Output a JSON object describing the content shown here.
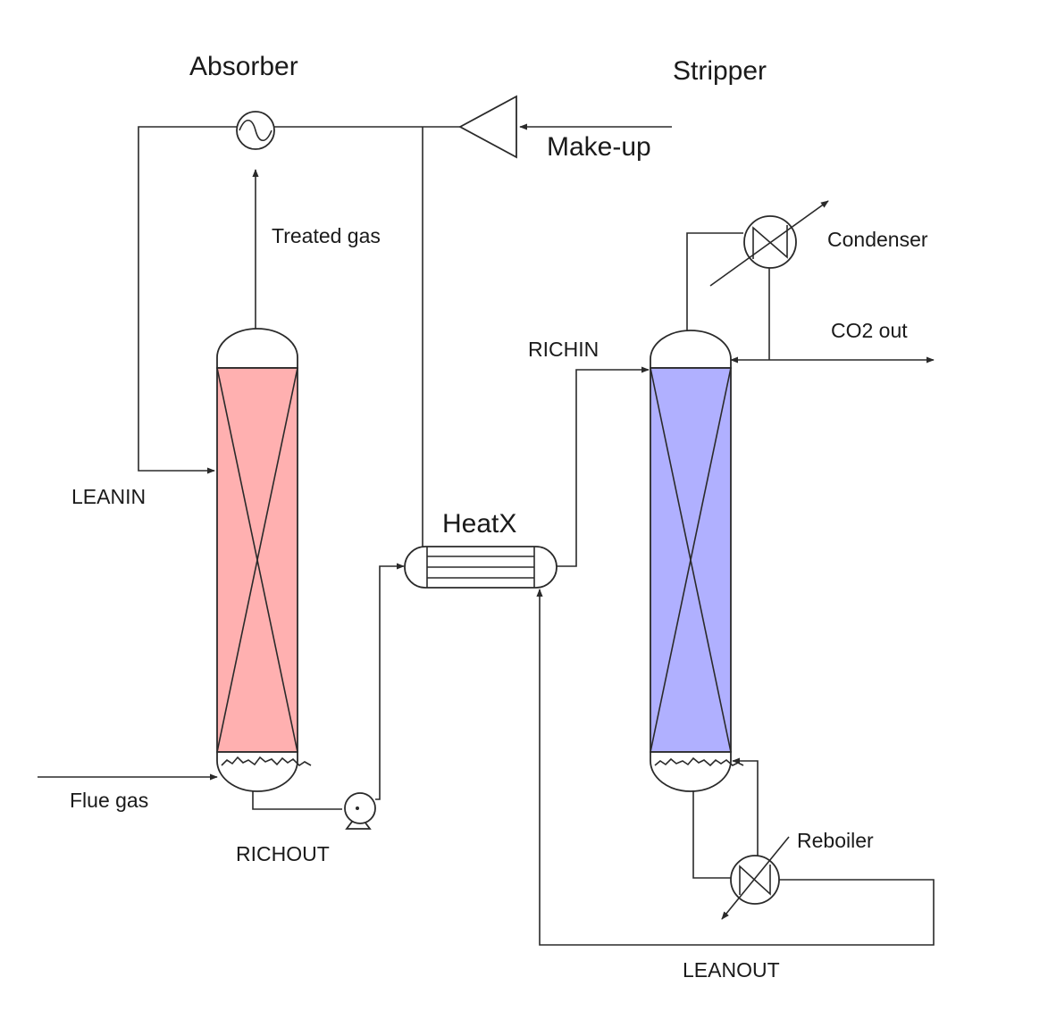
{
  "labels": {
    "absorber": "Absorber",
    "stripper": "Stripper",
    "makeup": "Make-up",
    "treated_gas": "Treated gas",
    "condenser": "Condenser",
    "co2_out": "CO2 out",
    "richin": "RICHIN",
    "leanin": "LEANIN",
    "heatx": "HeatX",
    "flue_gas": "Flue gas",
    "richout": "RICHOUT",
    "reboiler": "Reboiler",
    "leanout": "LEANOUT"
  },
  "colors": {
    "absorber_fill": "#ffb0b0",
    "stripper_fill": "#b0b0ff",
    "line": "#2a2a2a"
  }
}
